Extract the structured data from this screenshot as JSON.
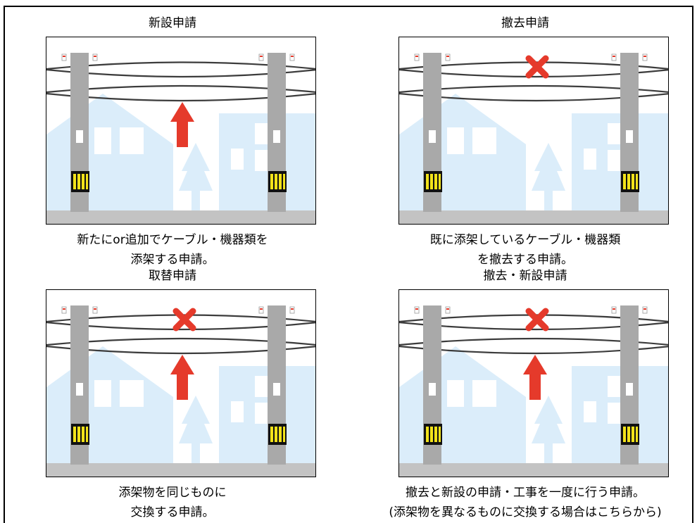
{
  "panels": [
    {
      "title": "新設申請",
      "caption_lines": [
        "新たにor追加でケーブル・機器類を",
        "添架する申請。"
      ],
      "show_cross": false,
      "show_arrow": true
    },
    {
      "title": "撤去申請",
      "caption_lines": [
        "既に添架しているケーブル・機器類",
        "を撤去する申請。"
      ],
      "show_cross": true,
      "show_arrow": false
    },
    {
      "title": "取替申請",
      "caption_lines": [
        "添架物を同じものに",
        "交換する申請。"
      ],
      "show_cross": true,
      "show_arrow": true
    },
    {
      "title": "撤去・新設申請",
      "caption_lines": [
        "撤去と新設の申請・工事を一度に行う申請。",
        "(添架物を異なるものに交換する場合はこちらから)"
      ],
      "show_cross": true,
      "show_arrow": true
    }
  ],
  "colors": {
    "house": "#dbedfa",
    "pole": "#a9a9a9",
    "ground": "#c3c3c3",
    "wire": "#3c3c3c",
    "marker": "#e53a2b",
    "transformer_yellow": "#f2e21a"
  },
  "icons": [
    "utility-pole-icon",
    "cable-icon",
    "cross-icon",
    "up-arrow-icon",
    "house-icon",
    "tree-icon",
    "transformer-icon"
  ]
}
